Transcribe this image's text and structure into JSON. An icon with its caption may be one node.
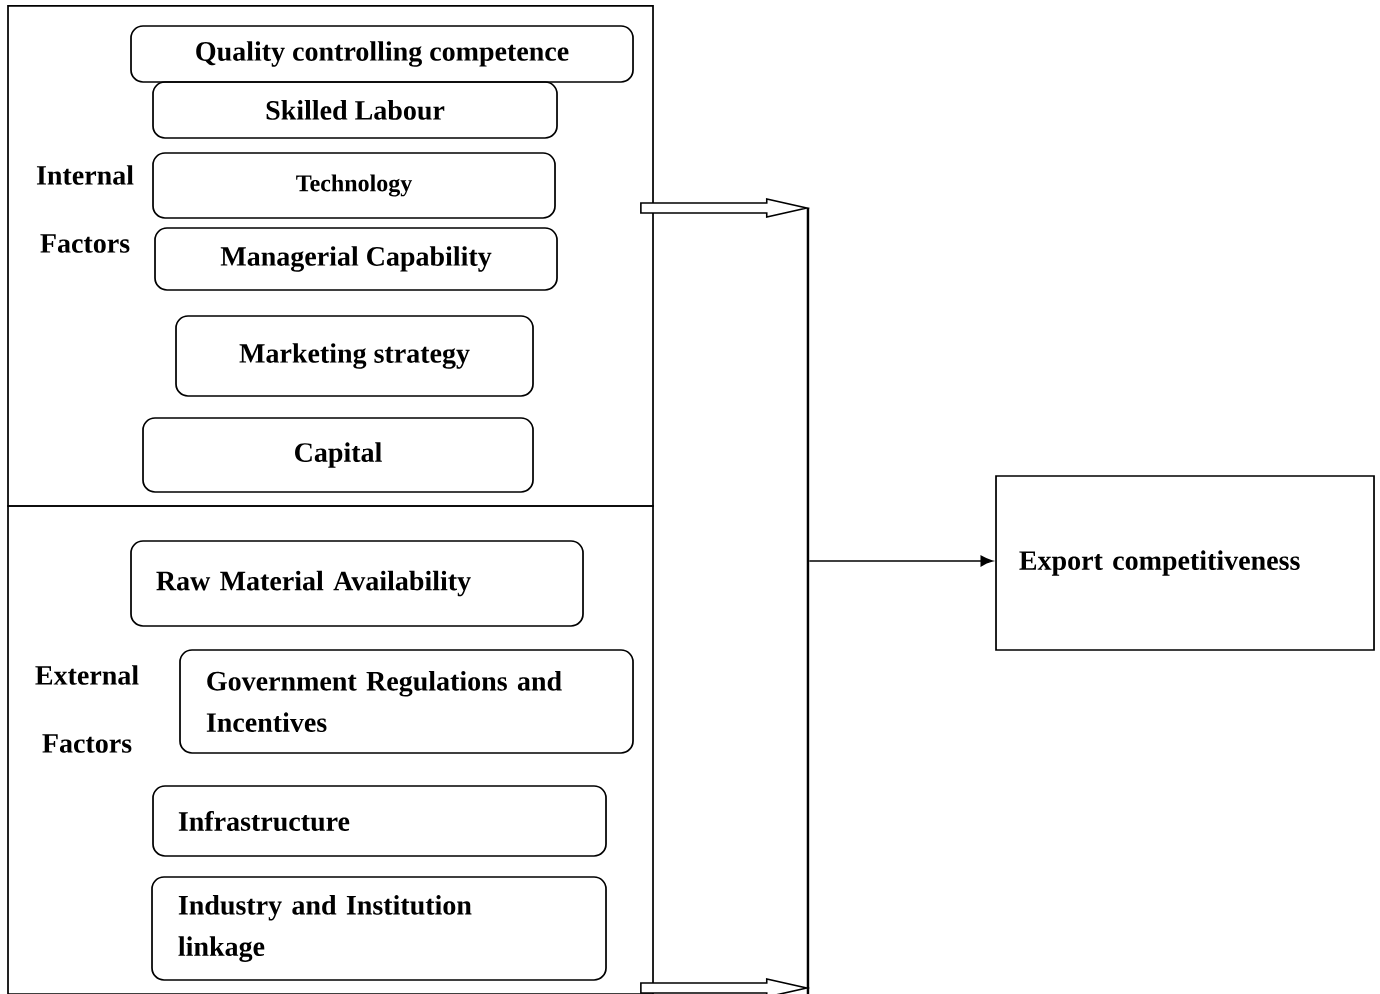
{
  "diagram": {
    "nodes": [
      {
        "text": [
          "Internal Factors"
        ]
      },
      {
        "text": [
          "Quality controlling competence"
        ],
        "in": 0
      },
      {
        "text": [
          "Skilled Labour"
        ],
        "in": 0
      },
      {
        "text": [
          "Technology"
        ],
        "in": 0
      },
      {
        "text": [
          "Managerial Capability"
        ],
        "in": 0
      },
      {
        "text": [
          "Marketing strategy"
        ],
        "in": 0
      },
      {
        "text": [
          "Capital"
        ],
        "in": 0
      },
      {
        "text": [
          "External Factors"
        ]
      },
      {
        "text": [
          "Raw Material Availability"
        ],
        "in": 7
      },
      {
        "text": [
          "Government Regulations and Incentives"
        ],
        "in": 7
      },
      {
        "text": [
          "Infrastructure"
        ],
        "in": 7
      },
      {
        "text": [
          "Industry and Institution linkage"
        ],
        "in": 7
      },
      {
        "text": [
          "Export  competitiveness"
        ]
      },
      {
        "text": [],
        "shape": "bar"
      }
    ],
    "edges": [
      {
        "from": 0,
        "to": 13,
        "arrow": "to",
        "style": "thick"
      },
      {
        "from": 7,
        "to": 13,
        "arrow": "to",
        "style": "thick"
      },
      {
        "from": 13,
        "to": 12,
        "arrow": "to"
      }
    ]
  }
}
